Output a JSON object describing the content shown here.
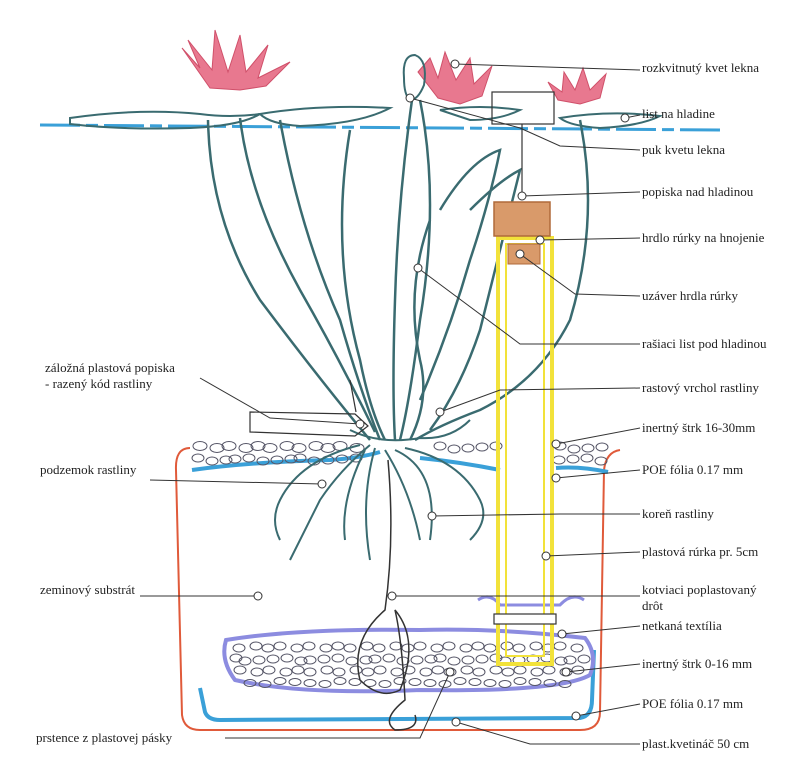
{
  "labels_right": [
    {
      "id": "rozkvitnuty-kvet-lekna",
      "text": "rozkvitnutý kvet lekna"
    },
    {
      "id": "list-na-hladine",
      "text": "list na hladine"
    },
    {
      "id": "puk-kvetu-lekna",
      "text": "puk kvetu lekna"
    },
    {
      "id": "popiska-nad-hladinou",
      "text": "popiska nad hladinou"
    },
    {
      "id": "hrdlo-rurky",
      "text": "hrdlo rúrky na hnojenie"
    },
    {
      "id": "uzaver-hrdla",
      "text": "uzáver hrdla rúrky"
    },
    {
      "id": "rasiaci-list",
      "text": "rašiaci list pod hladinou"
    },
    {
      "id": "rastovy-vrchol",
      "text": "rastový vrchol rastliny"
    },
    {
      "id": "inertny-strk-16-30",
      "text": "inertný štrk 16-30mm"
    },
    {
      "id": "poe-folia-1",
      "text": "POE fólia 0.17 mm"
    },
    {
      "id": "koren-rastliny",
      "text": "koreň rastliny"
    },
    {
      "id": "plastova-rurka",
      "text": "plastová rúrka pr. 5cm"
    },
    {
      "id": "kotviaci-drot-1",
      "text": "kotviaci poplastovaný"
    },
    {
      "id": "kotviaci-drot-2",
      "text": "drôt"
    },
    {
      "id": "netkana-textilia",
      "text": "netkaná textília"
    },
    {
      "id": "inertny-strk-0-16",
      "text": "inertný štrk 0-16 mm"
    },
    {
      "id": "poe-folia-2",
      "text": "POE  fólia 0.17 mm"
    },
    {
      "id": "plast-kvetinac",
      "text": "plast.kvetináč 50 cm"
    }
  ],
  "labels_left": [
    {
      "id": "zalozna-popiska-1",
      "text": "záložná plastová popiska"
    },
    {
      "id": "zalozna-popiska-2",
      "text": "- razený kód rastliny"
    },
    {
      "id": "podzemok",
      "text": "podzemok rastliny"
    },
    {
      "id": "zeminovy-substrat",
      "text": "zeminový substrát"
    },
    {
      "id": "prstence",
      "text": "prstence z plastovej pásky"
    }
  ],
  "colors": {
    "water": "#3aa0d8",
    "stem": "#3a6b70",
    "flower": "#e8788f",
    "pot": "#e05a3a",
    "tube": "#f2e23a",
    "gravel_outline": "#555566",
    "fleece": "#8c8ce0",
    "cap": "#c9804a",
    "leader": "#333333"
  }
}
